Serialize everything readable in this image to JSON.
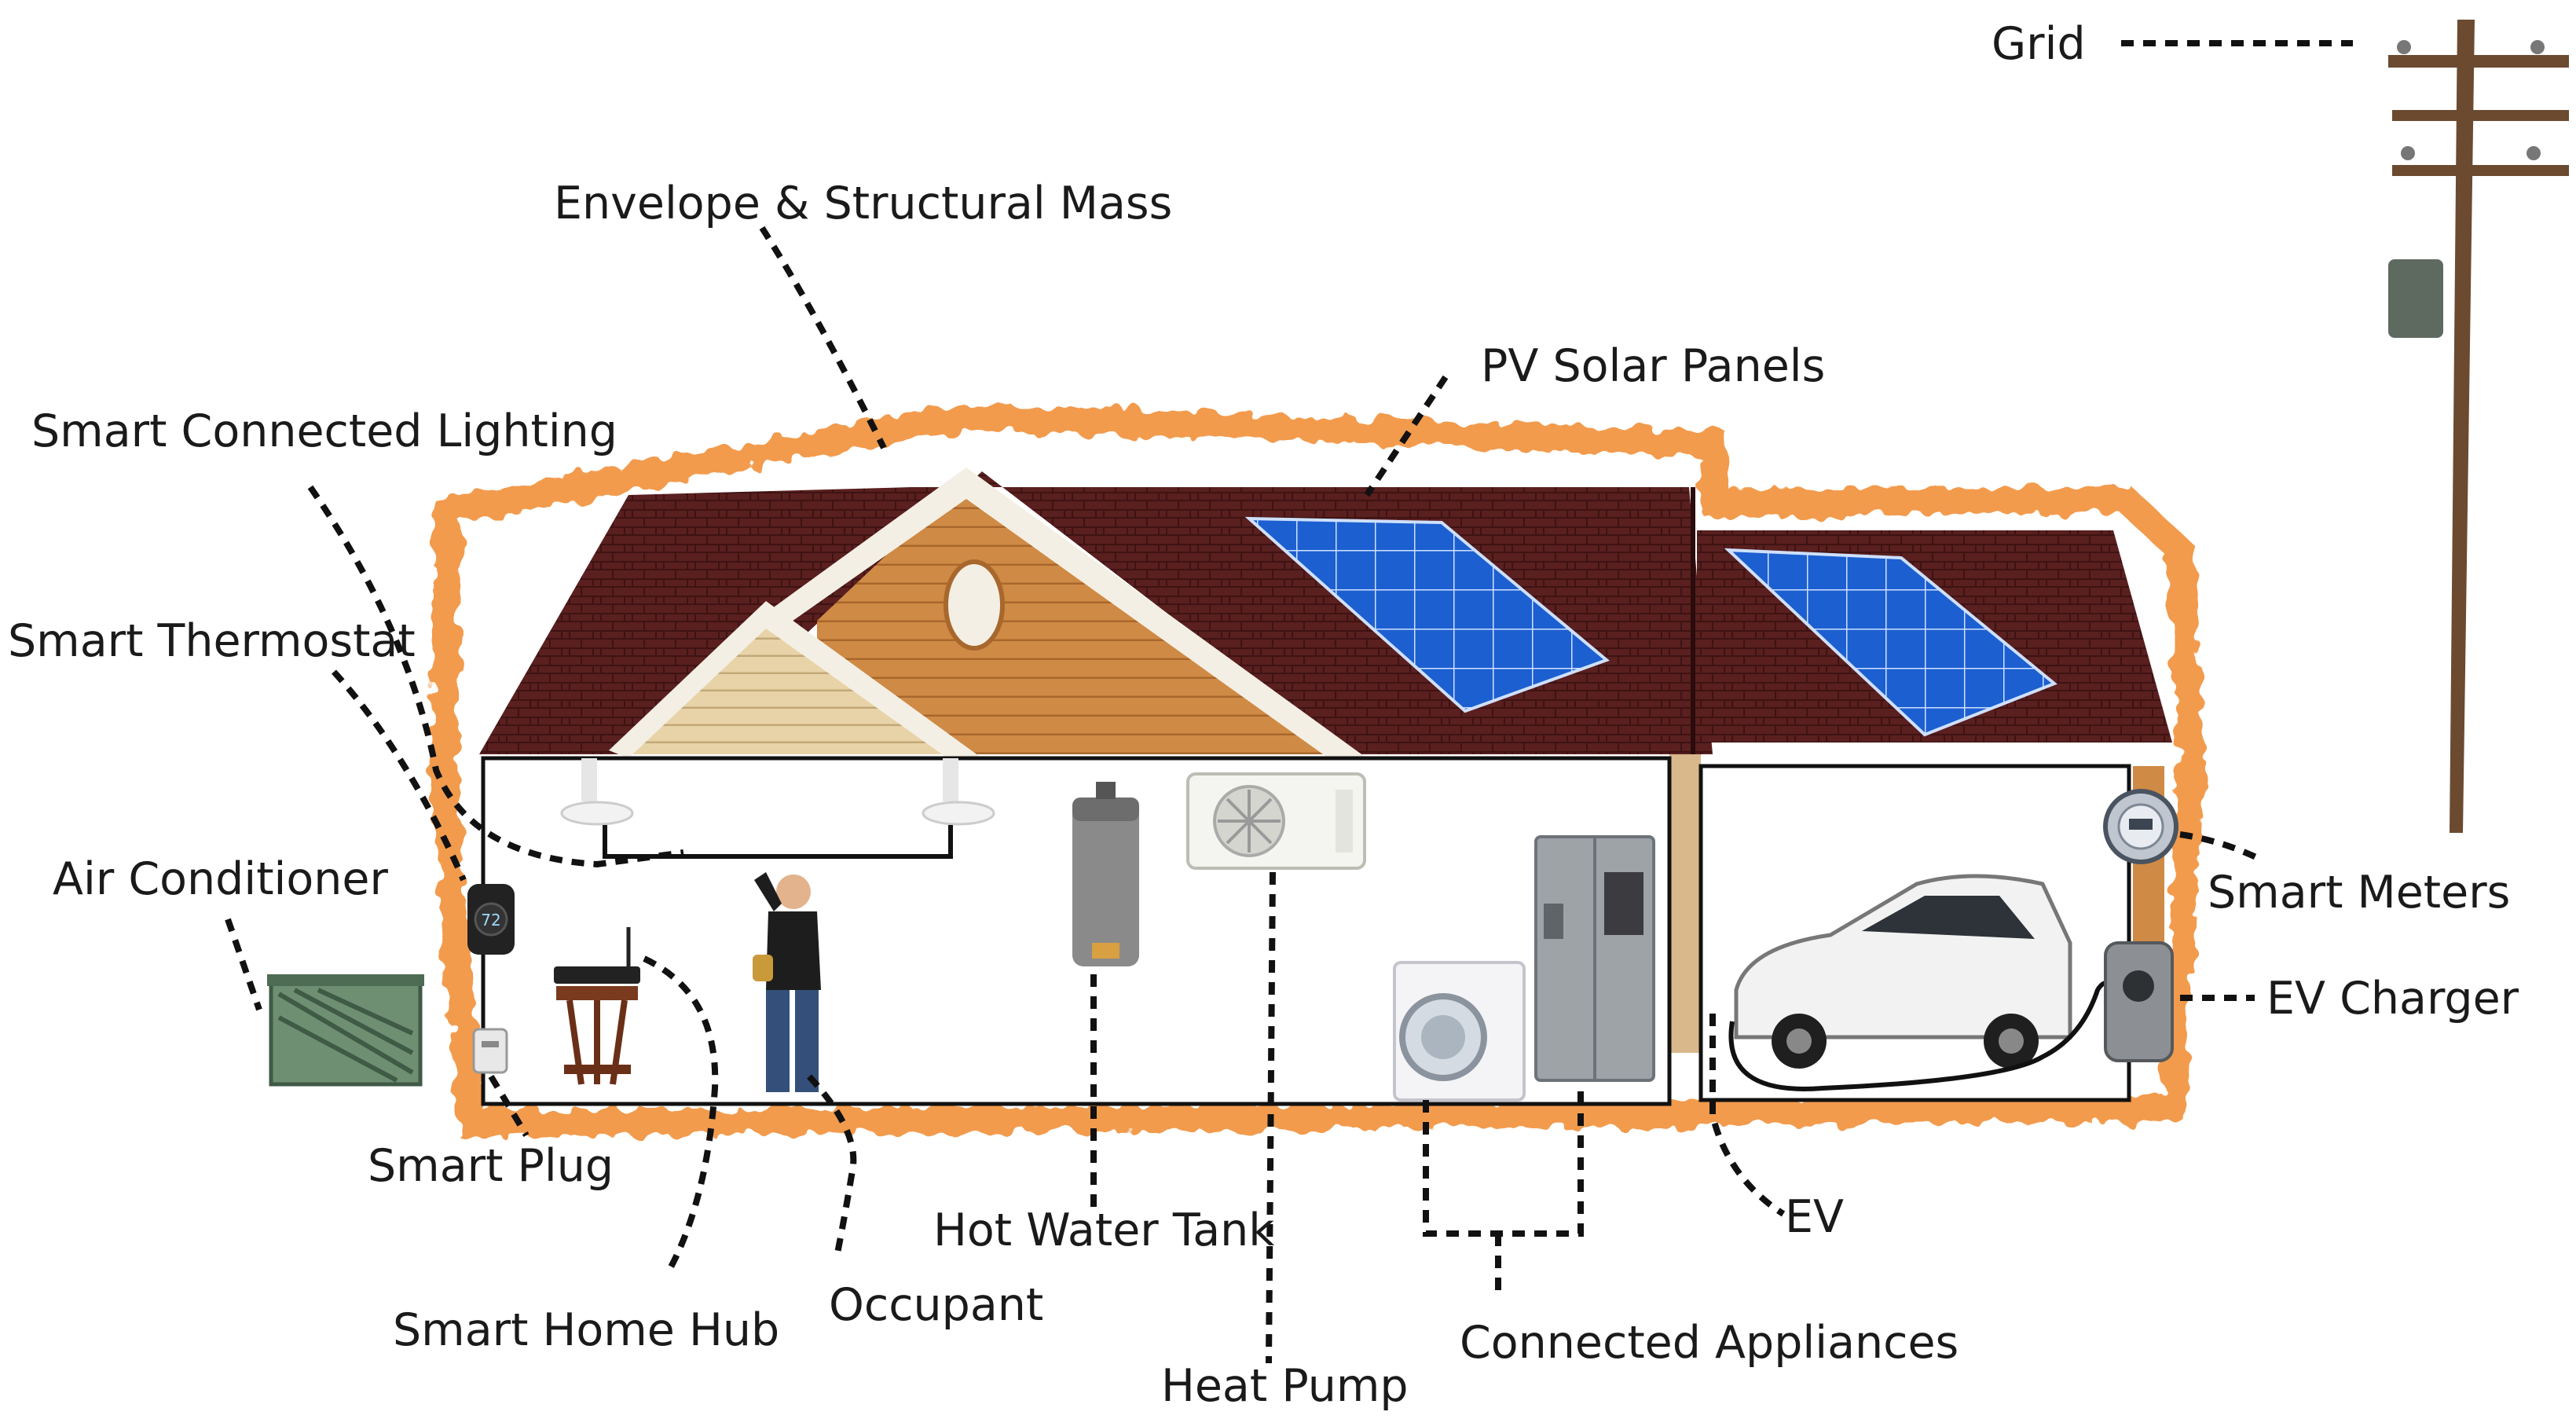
{
  "labels": {
    "grid": "Grid",
    "envelope": "Envelope & Structural Mass",
    "pv": "PV Solar Panels",
    "lighting": "Smart Connected Lighting",
    "thermostat": "Smart Thermostat",
    "air_conditioner": "Air Conditioner",
    "smart_plug": "Smart Plug",
    "smart_home_hub": "Smart Home Hub",
    "occupant": "Occupant",
    "hot_water_tank": "Hot Water Tank",
    "heat_pump": "Heat Pump",
    "connected_appliances": "Connected Appliances",
    "ev": "EV",
    "ev_charger": "EV Charger",
    "smart_meters": "Smart Meters"
  },
  "thermostat_display": "72",
  "colors": {
    "roof": "#5a1f1f",
    "siding_orange": "#cf8a45",
    "siding_beige": "#e8d3a8",
    "solar_panel": "#1c5fd0",
    "envelope_glow": "#f08a2e",
    "pole": "#6b4a30"
  }
}
